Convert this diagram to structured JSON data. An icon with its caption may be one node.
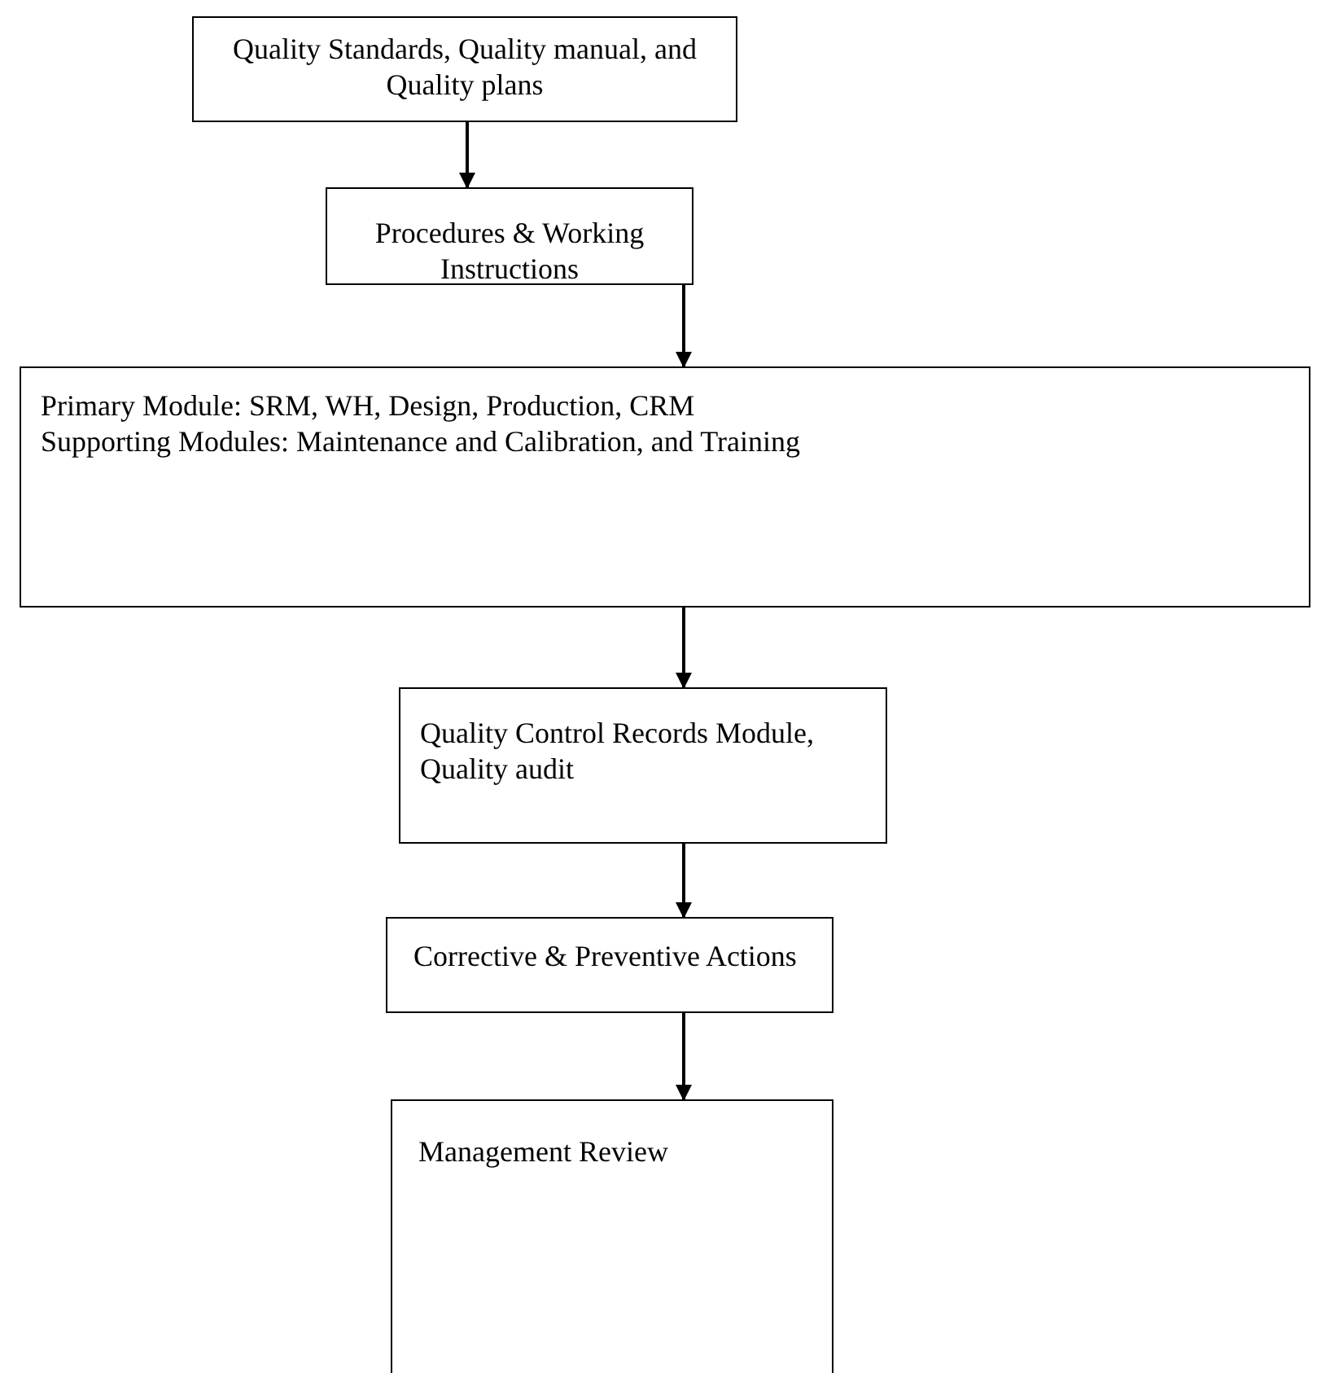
{
  "diagram": {
    "nodes": [
      {
        "text": [
          "Quality Standards, Quality manual, and Quality plans"
        ]
      },
      {
        "text": [
          "Procedures & Working Instructions"
        ]
      },
      {
        "text": [
          "Primary Module: SRM, WH, Design, Production, CRM",
          "Supporting Modules: Maintenance and Calibration, and Training"
        ]
      },
      {
        "text": [
          "Quality Control Records Module, Quality audit"
        ]
      },
      {
        "text": [
          "Corrective & Preventive Actions"
        ]
      },
      {
        "text": [
          "Management Review"
        ]
      }
    ],
    "edges": [
      {
        "from": 0,
        "to": 1,
        "arrow": "to"
      },
      {
        "from": 1,
        "to": 2,
        "arrow": "to"
      },
      {
        "from": 2,
        "to": 3,
        "arrow": "to"
      },
      {
        "from": 3,
        "to": 4,
        "arrow": "to"
      },
      {
        "from": 4,
        "to": 5,
        "arrow": "to"
      }
    ]
  }
}
